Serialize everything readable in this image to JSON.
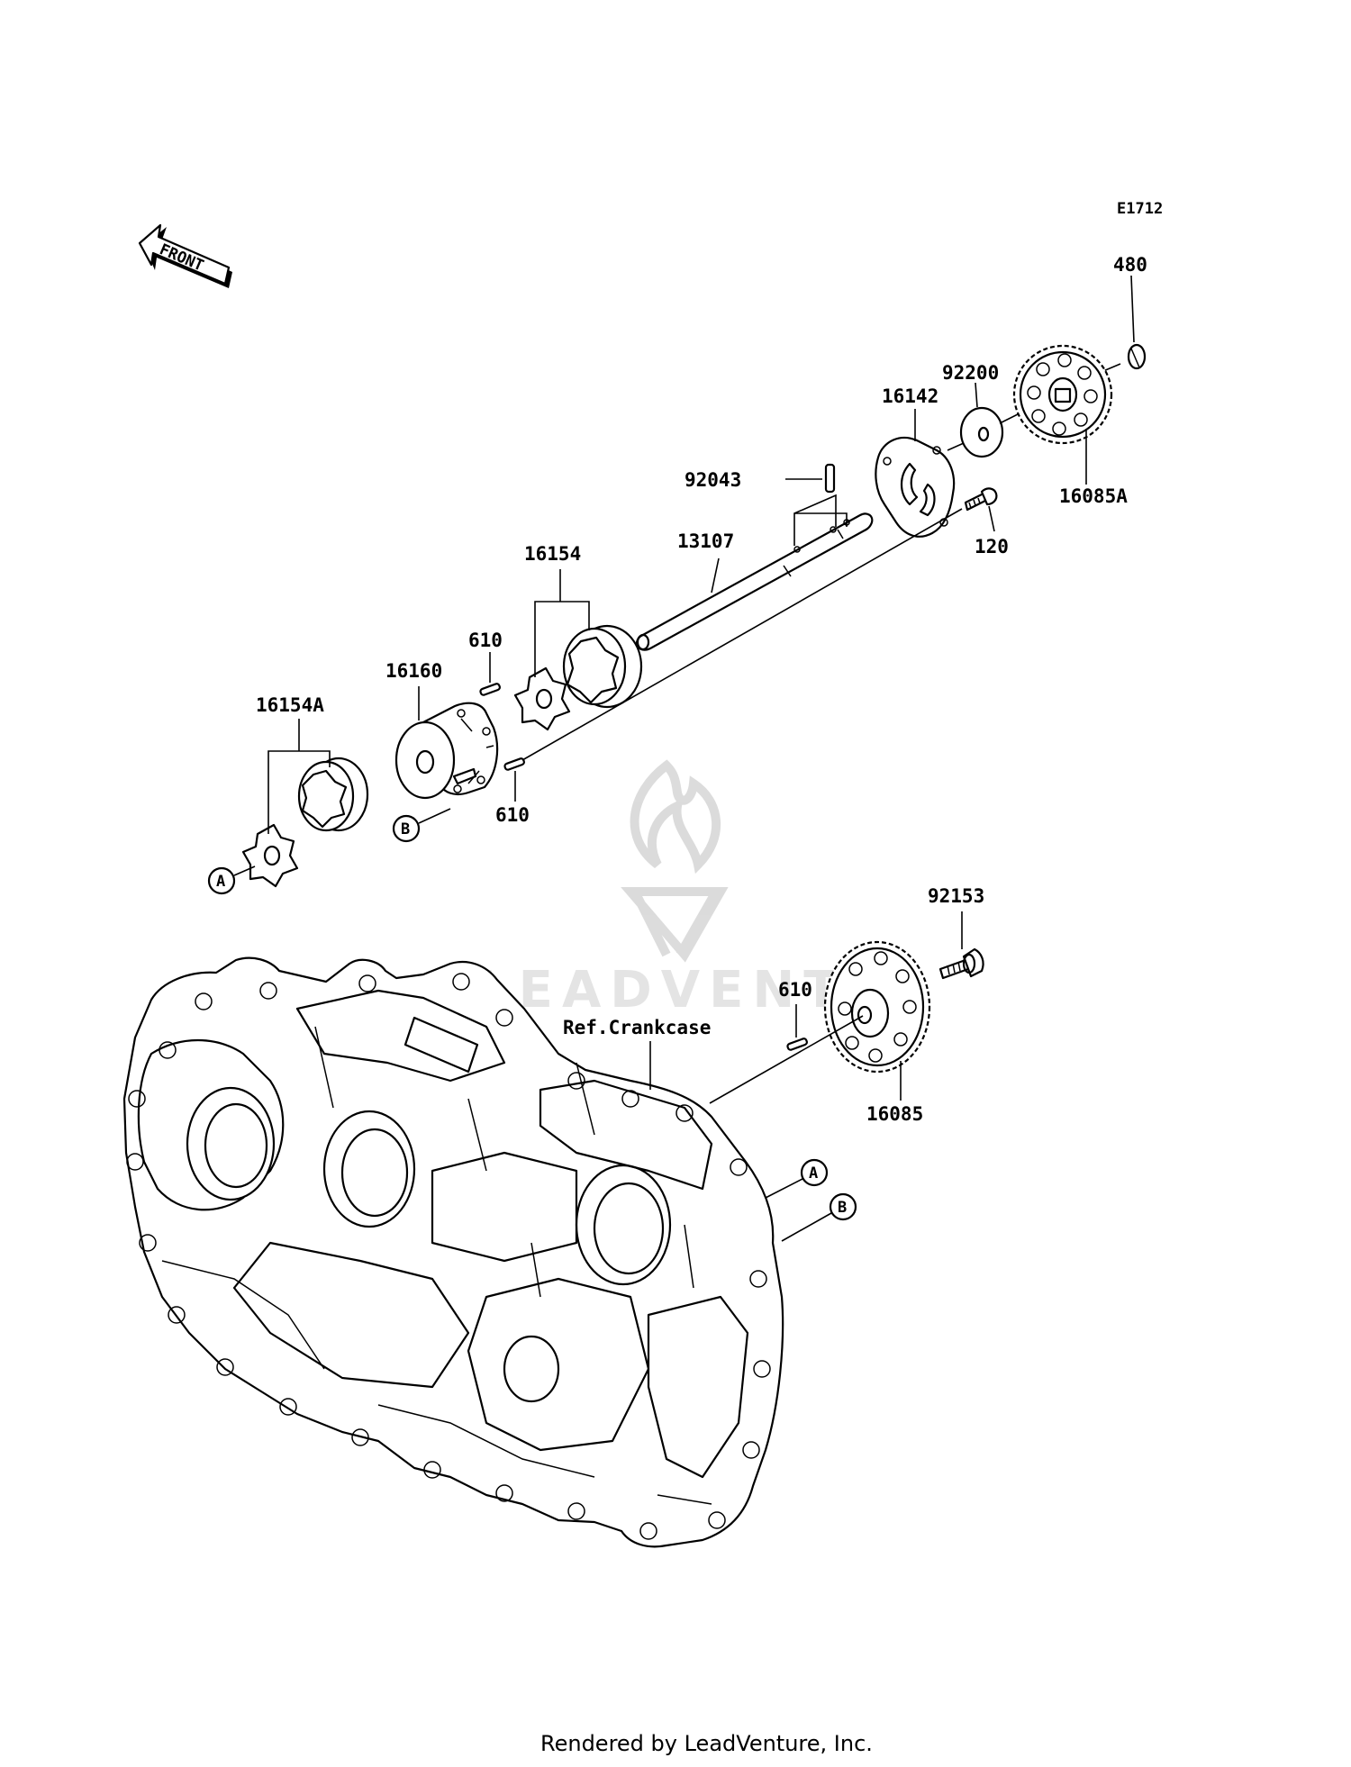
{
  "diagram_code": "E1712",
  "front_label": "FRONT",
  "watermark_text": "LEADVENTU",
  "footer_text": "Rendered by LeadVenture, Inc.",
  "refs": {
    "a": "A",
    "b": "B"
  },
  "parts": {
    "p480": "480",
    "p92200": "92200",
    "p16142": "16142",
    "p16085A": "16085A",
    "p92043": "92043",
    "p13107": "13107",
    "p120": "120",
    "p16154": "16154",
    "p610_top": "610",
    "p16160": "16160",
    "p16154A": "16154A",
    "p610_mid": "610",
    "p92153": "92153",
    "p610_low": "610",
    "ref_crankcase": "Ref.Crankcase",
    "p16085": "16085"
  }
}
